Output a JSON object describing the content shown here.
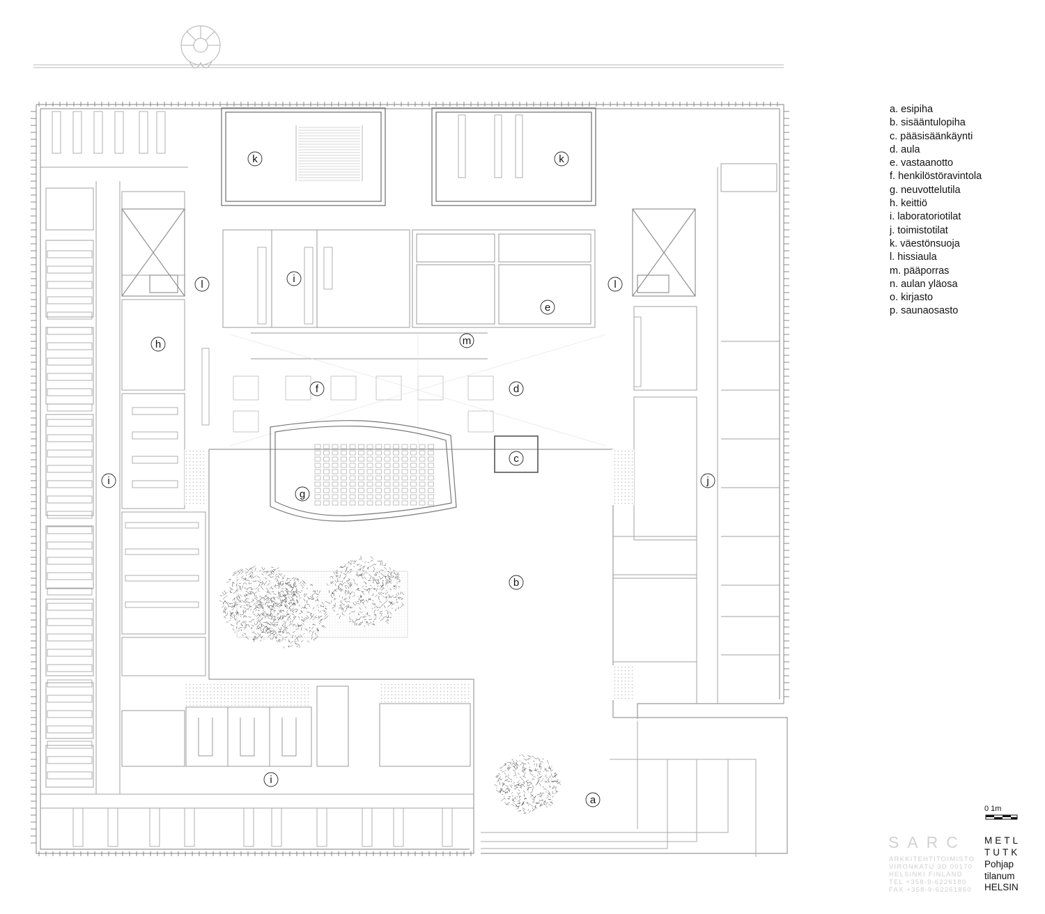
{
  "legend": [
    "a. esipiha",
    "b. sisääntulopiha",
    "c. pääsisäänkäynti",
    "d. aula",
    "e. vastaanotto",
    "f. henkilöstöravintola",
    "g. neuvottelutila",
    "h. keittiö",
    "i. laboratoriotilat",
    "j. toimistotilat",
    "k. väestönsuoja",
    "l. hissiaula",
    "m. pääporras",
    "n. aulan yläosa",
    "o. kirjasto",
    "p. saunaosasto"
  ],
  "plan_labels": {
    "a": "a",
    "b": "b",
    "c": "c",
    "d": "d",
    "e": "e",
    "f": "f",
    "g": "g",
    "h": "h",
    "i": "i",
    "j": "j",
    "k": "k",
    "l": "l",
    "m": "m"
  },
  "scale": {
    "label": "0   1m"
  },
  "office": {
    "name": "SARC",
    "lines": [
      "ARKKITEHTITOIMISTO",
      "VIRONKATU 3D 00170",
      "HELSINKI   FINLAND",
      "TEL  +358-9-6226180",
      "FAX  +358-9-62261860"
    ]
  },
  "project": {
    "lines": [
      "METL",
      "TUTK",
      "Pohjap",
      "tilanum",
      "HELSIN"
    ]
  },
  "colors": {
    "ink": "#111111",
    "line": "#9a9a9a",
    "light_line": "#c8c8c8",
    "hatch": "#cfcfcf"
  }
}
